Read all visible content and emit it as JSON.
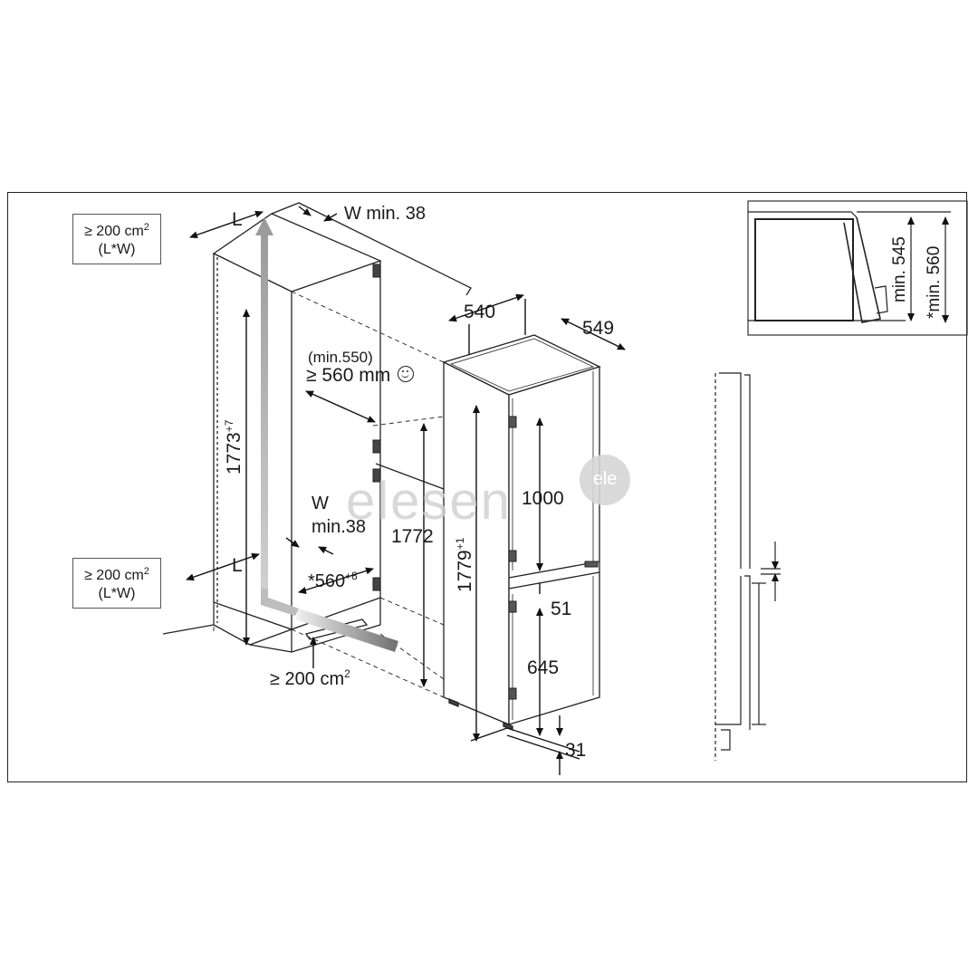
{
  "vent_top": {
    "area": "≥ 200 cm",
    "area_sup": "2",
    "formula": "(L*W)"
  },
  "vent_mid": {
    "area": "≥ 200 cm",
    "area_sup": "2",
    "formula": "(L*W)"
  },
  "vent_bottom": {
    "area": "≥ 200 cm",
    "area_sup": "2"
  },
  "labels": {
    "L_top": "L",
    "W_top": "W min. 38",
    "L_bottom": "L",
    "W_mid_a": "W",
    "W_mid_b": "min.38",
    "niche_height": "1773",
    "niche_height_sup": "+7",
    "niche_width": "*560",
    "niche_width_sup": "+8",
    "depth_min": "(min.550)",
    "depth": "≥ 560 mm",
    "depth_icon": "smile-icon",
    "appliance_width": "540",
    "appliance_depth": "549",
    "height_1772": "1772",
    "height_1779": "1779",
    "height_1779_sup": "+1",
    "dim_1000": "1000",
    "dim_51": "51",
    "dim_645": "645",
    "dim_31": "31",
    "min_545": "min. 545",
    "min_560": "*min. 560"
  },
  "watermark": {
    "text": "elesen",
    "badge": "ele"
  }
}
